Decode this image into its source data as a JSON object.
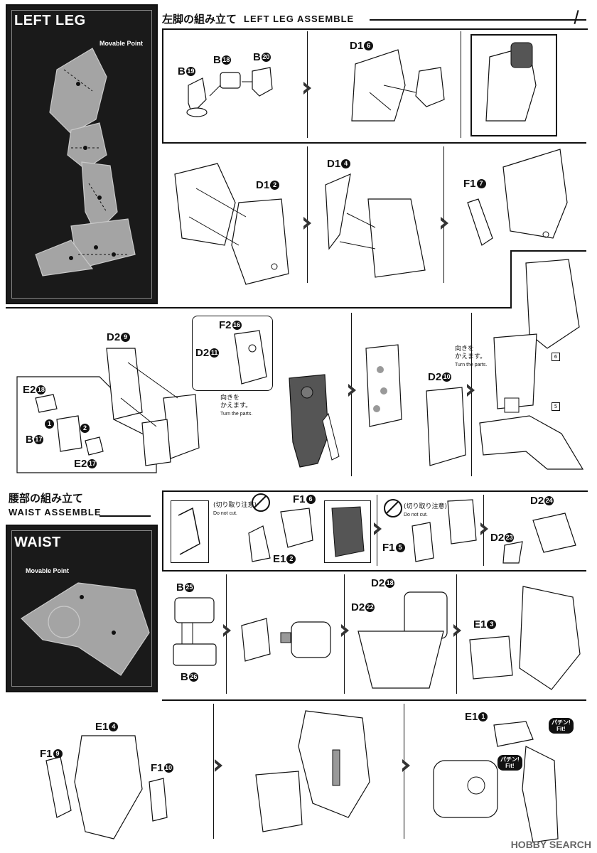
{
  "left_leg": {
    "panel_title": "LEFT LEG",
    "movable_point": "Movable Point",
    "header_jp": "左脚の組み立て",
    "header_en": "LEFT LEG ASSEMBLE"
  },
  "waist": {
    "panel_title": "WAIST",
    "movable_point": "Movable Point",
    "header_jp": "腰部の組み立て",
    "header_en": "WAIST ASSEMBLE"
  },
  "labels": {
    "b19": "B",
    "b19n": "19",
    "b18": "B",
    "b18n": "18",
    "b20": "B",
    "b20n": "20",
    "d16": "D1",
    "d16n": "6",
    "d12": "D1",
    "d12n": "2",
    "d14": "D1",
    "d14n": "4",
    "f17": "F1",
    "f17n": "7",
    "d29": "D2",
    "d29n": "9",
    "f216": "F2",
    "f216n": "16",
    "d211": "D2",
    "d211n": "11",
    "e218": "E2",
    "e218n": "18",
    "b17": "B",
    "b17n": "17",
    "e217": "E2",
    "e217n": "17",
    "step1": "1",
    "step2": "2",
    "d210": "D2",
    "d210n": "10",
    "f16": "F1",
    "f16n": "6",
    "e12": "E1",
    "e12n": "2",
    "f15": "F1",
    "f15n": "5",
    "d224": "D2",
    "d224n": "24",
    "d223": "D2",
    "d223n": "23",
    "b25": "B",
    "b25n": "25",
    "b26": "B",
    "b26n": "26",
    "d218": "D2",
    "d218n": "18",
    "d222": "D2",
    "d222n": "22",
    "e13": "E1",
    "e13n": "3",
    "e14": "E1",
    "e14n": "4",
    "f19": "F1",
    "f19n": "9",
    "f110": "F1",
    "f110n": "10",
    "e11": "E1",
    "e11n": "1"
  },
  "notes": {
    "turn_jp_1": "向きを",
    "turn_jp_2": "かえます。",
    "turn_en": "Turn the parts.",
    "turn2_jp_1": "向きを",
    "turn2_jp_2": "かえます。",
    "turn2_en": "Turn the parts.",
    "nocut_jp": "(切り取り注意)",
    "nocut_en": "Do not cut.",
    "nocut2_jp": "(切り取り注意)",
    "nocut2_en": "Do not cut.",
    "fit1_jp": "パチン!",
    "fit1_en": "Fit!",
    "fit2_jp": "パチン!",
    "fit2_en": "Fit!",
    "ref6": "6",
    "ref5": "5"
  },
  "watermark": "HOBBY SEARCH",
  "colors": {
    "panel": "#1a1a1a",
    "ink": "#111111",
    "shade": "#555555"
  }
}
